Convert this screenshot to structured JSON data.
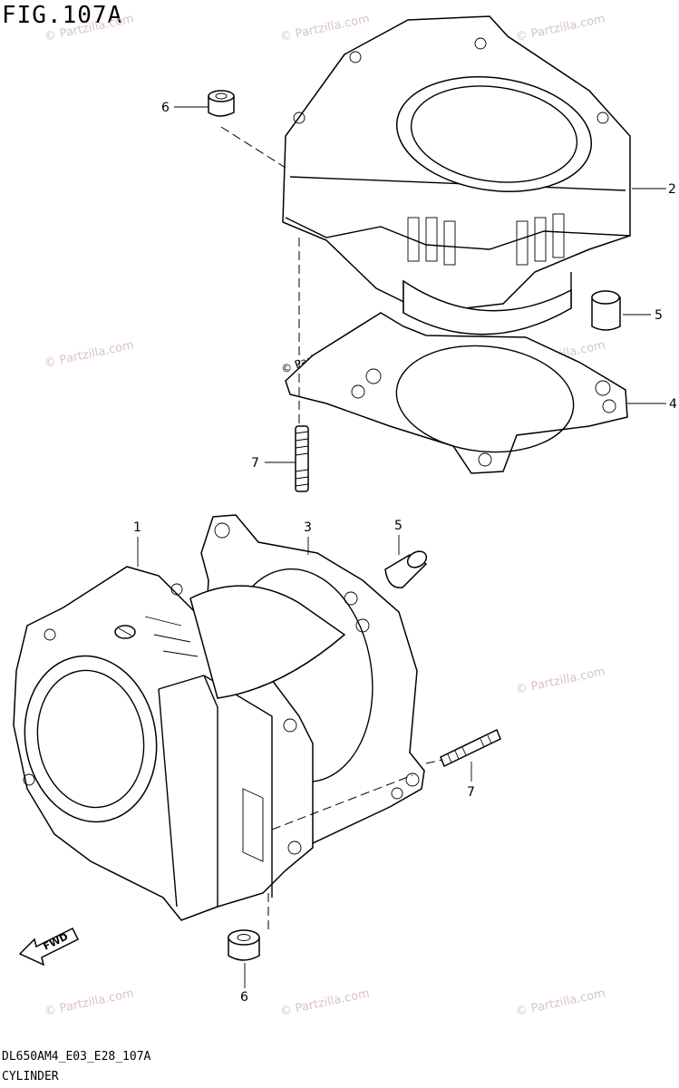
{
  "figure": {
    "title": "FIG.107A",
    "code": "DL650AM4_E03_E28_107A",
    "caption": "CYLINDER"
  },
  "watermark": "© Partzilla.com",
  "callouts": {
    "top_nut": "6",
    "top_cylinder": "2",
    "top_dowel": "5",
    "top_gasket": "4",
    "top_stud": "7",
    "bot_cylinder": "1",
    "bot_gasket": "3",
    "bot_dowel": "5",
    "bot_stud": "7",
    "bot_nut": "6"
  },
  "fwd_label": "FWD"
}
